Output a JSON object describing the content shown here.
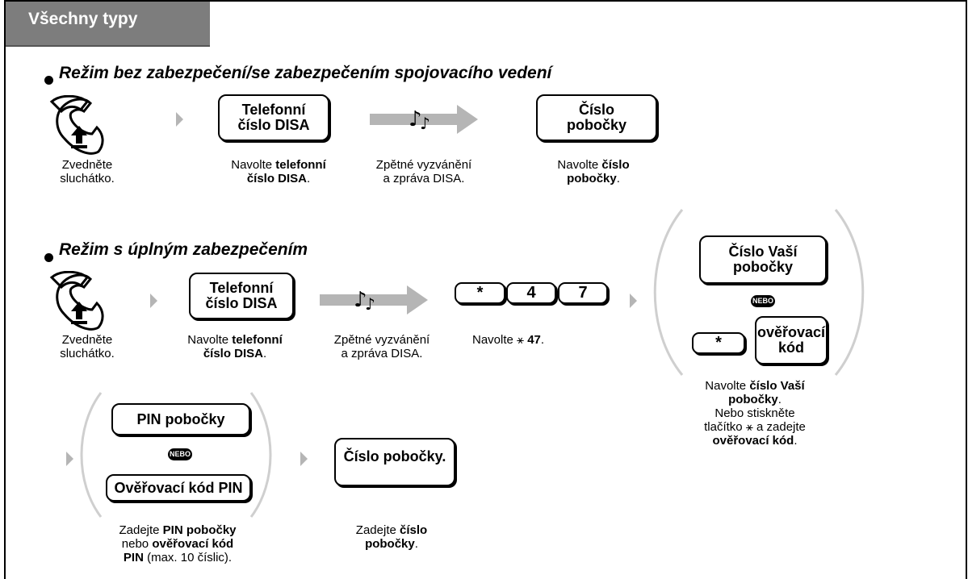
{
  "tab_title": "Všechny typy",
  "section1": {
    "title": "Režim bez zabezpečení/se zabezpečením spojovacího vedení",
    "step1": {
      "line1": "Zvedněte",
      "line2": "sluchátko."
    },
    "key_disa": {
      "line1": "Telefonní",
      "line2": "číslo DISA"
    },
    "step2": {
      "pre": "Navolte ",
      "bold1": "telefonní",
      "bold2": "číslo DISA",
      "post": "."
    },
    "step3": {
      "line1": "Zpětné vyzvánění",
      "line2": "a zpráva DISA."
    },
    "key_ext": {
      "line1": "Číslo",
      "line2": "pobočky"
    },
    "step4": {
      "pre": "Navolte ",
      "bold1": "číslo",
      "bold2": "pobočky",
      "post": "."
    }
  },
  "section2": {
    "title": "Režim s úplným zabezpečením",
    "step1": {
      "line1": "Zvedněte",
      "line2": "sluchátko."
    },
    "key_disa": {
      "line1": "Telefonní",
      "line2": "číslo DISA"
    },
    "step2": {
      "pre": "Navolte ",
      "bold1": "telefonní",
      "bold2": "číslo DISA",
      "post": "."
    },
    "step3": {
      "line1": "Zpětné vyzvánění",
      "line2": "a zpráva DISA."
    },
    "keys": [
      "*",
      "4",
      "7"
    ],
    "step4": {
      "pre": "Navolte ",
      "star": "⚹",
      "bold": "47",
      "post": "."
    },
    "key_your_ext": {
      "line1": "Číslo Vaší",
      "line2": "pobočky"
    },
    "nebo": "NEBO",
    "key_star": "*",
    "key_verify": {
      "line1": "ověřovací",
      "line2": "kód"
    },
    "step5": {
      "pre": "Navolte ",
      "bold1": "číslo Vaší",
      "bold2": "pobočky",
      "post1": ".",
      "line3": "Nebo stiskněte",
      "line4a": "tlačítko ",
      "line4star": "⚹",
      "line4b": " a zadejte",
      "bold3": "ověřovací kód",
      "post2": "."
    },
    "key_pin": "PIN pobočky",
    "key_pin_code": "Ověřovací kód PIN",
    "step6": {
      "pre": "Zadejte ",
      "bold1": "PIN pobočky",
      "mid": "nebo ",
      "bold2": "ověřovací kód",
      "bold3": "PIN",
      "post": " (max. 10 číslic)."
    },
    "key_ext_num": "Číslo pobočky.",
    "step7": {
      "pre": "Zadejte ",
      "bold1": "číslo",
      "bold2": "pobočky",
      "post": "."
    }
  },
  "colors": {
    "tab": "#7d7d7d",
    "arrow": "#b5b5b5",
    "paren": "#cfcfcf"
  }
}
